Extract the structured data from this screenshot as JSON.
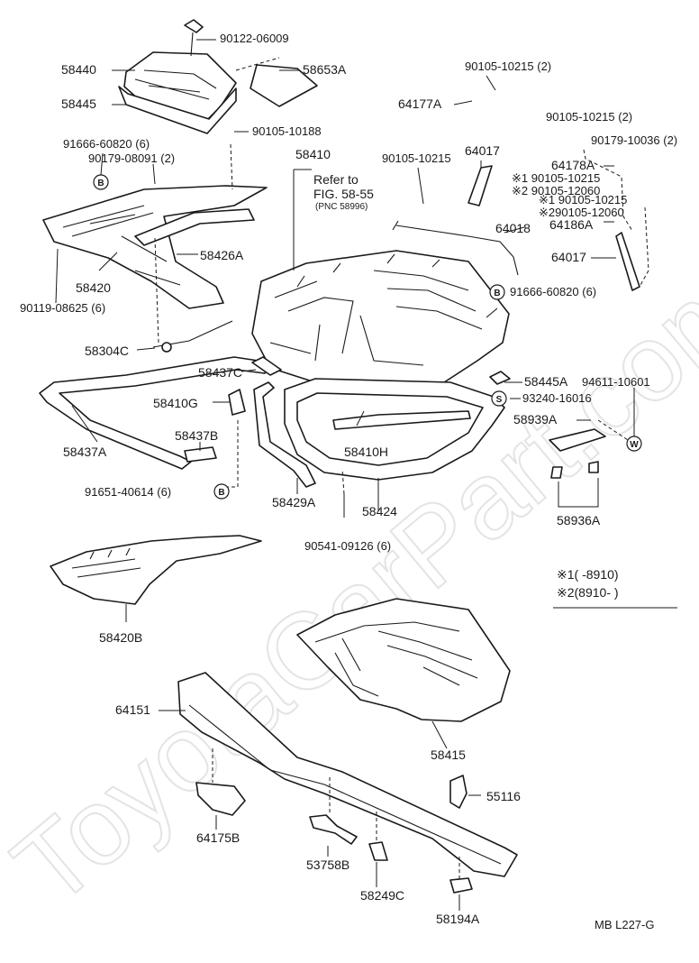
{
  "watermark": "ToyotaCarPart.com",
  "footer": "MB  L227-G",
  "refer": {
    "line1": "Refer to",
    "line2": "FIG. 58-55",
    "line3": "(PNC 58996)"
  },
  "legend": {
    "row1": "※1(        -8910)",
    "row2": "※2(8910-        )"
  },
  "symbols": {
    "b": "B",
    "s": "S",
    "w": "W"
  },
  "labels": {
    "p90122_06009": "90122-06009",
    "p58440": "58440",
    "p58445": "58445",
    "p58653A": "58653A",
    "p90105_10215_2a": "90105-10215 (2)",
    "p64177A": "64177A",
    "p90105_10215_2b": "90105-10215 (2)",
    "p90105_10188": "90105-10188",
    "p91666_60820_6a": "91666-60820 (6)",
    "p90179_08091_2": "90179-08091 (2)",
    "p58410": "58410",
    "p90105_10215": "90105-10215",
    "p64017a": "64017",
    "p90179_10036_2": "90179-10036 (2)",
    "p64178A": "64178A",
    "p1_90105_10215": "※1 90105-10215",
    "p2_90105_12060": "※2 90105-12060",
    "p1b_90105_10215": "※1 90105-10215",
    "p2b_90105_12060": "※290105-12060",
    "p64186A": "64186A",
    "p64018": "64018",
    "p58426A": "58426A",
    "p64017b": "64017",
    "p91666_60820_6b": "91666-60820 (6)",
    "p58420": "58420",
    "p90119_08625_6": "90119-08625 (6)",
    "p58304C": "58304C",
    "p58437C": "58437C",
    "p58445A": "58445A",
    "p94611_10601": "94611-10601",
    "p58410G": "58410G",
    "p93240_16016": "93240-16016",
    "p58939A": "58939A",
    "p58437A": "58437A",
    "p58437B": "58437B",
    "p58410H": "58410H",
    "p91651_40614_6": "91651-40614 (6)",
    "p58429A": "58429A",
    "p58424": "58424",
    "p58936A": "58936A",
    "p90541_09126_6": "90541-09126 (6)",
    "p58420B": "58420B",
    "p64151": "64151",
    "p58415": "58415",
    "p55116": "55116",
    "p64175B": "64175B",
    "p53758B": "53758B",
    "p58249C": "58249C",
    "p58194A": "58194A"
  }
}
